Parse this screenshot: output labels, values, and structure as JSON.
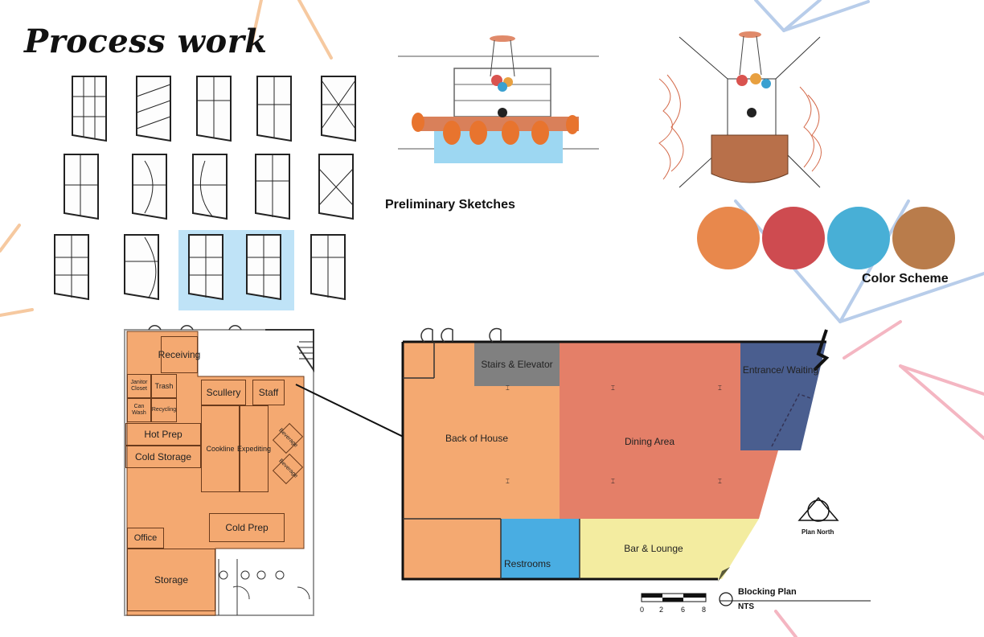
{
  "page": {
    "title": "Process work"
  },
  "sketches": {
    "caption": "Preliminary Sketches"
  },
  "palette": {
    "caption": "Color Scheme",
    "colors": [
      "#E8884C",
      "#CE4B50",
      "#48AFD6",
      "#B97C4B"
    ]
  },
  "kitchen_plan": {
    "rooms": {
      "receiving": "Receiving",
      "janitor": "Janitor Closet",
      "trash": "Trash",
      "can_wash": "Can Wash",
      "recycling": "Recycling",
      "scullery": "Scullery",
      "staff": "Staff",
      "hot_prep": "Hot Prep",
      "cold_storage": "Cold Storage",
      "cookline": "Cookline",
      "expediting": "Expediting",
      "beverage_1": "Beverage",
      "beverage_2": "Beverage",
      "office": "Office",
      "cold_prep": "Cold Prep",
      "storage": "Storage"
    }
  },
  "blocking_plan": {
    "zones": {
      "stairs": "Stairs & Elevator",
      "back_of_house": "Back of House",
      "dining": "Dining Area",
      "entrance": "Entrance/ Waiting",
      "restrooms": "Restrooms",
      "bar": "Bar & Lounge"
    },
    "colors": {
      "back_of_house": "#F4A971",
      "stairs": "#808080",
      "dining": "#E47F68",
      "entrance": "#4A5E8F",
      "restrooms": "#49ADE2",
      "bar": "#F3ECA0"
    },
    "north_label": "Plan North",
    "label": "Blocking Plan",
    "scale_note": "NTS",
    "scale_ticks": [
      "0",
      "2",
      "6",
      "8"
    ]
  }
}
